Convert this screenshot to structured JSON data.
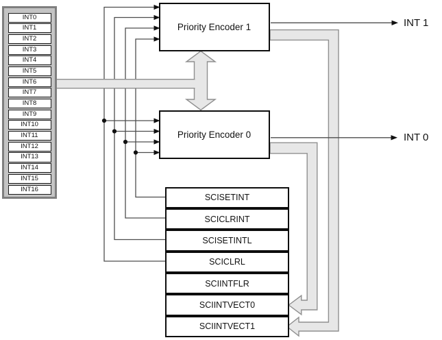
{
  "colors": {
    "bus-fill": "#e7e7e7",
    "bus-stroke": "#8f8f8f",
    "line-color": "#4d4d4d",
    "container-fill": "#c4c4c4",
    "container-border": "#7f7f7f"
  },
  "int_sources": {
    "items": [
      "INT0",
      "INT1",
      "INT2",
      "INT3",
      "INT4",
      "INT5",
      "INT6",
      "INT7",
      "INT8",
      "INT9",
      "INT10",
      "INT11",
      "INT12",
      "INT13",
      "INT14",
      "INT15",
      "INT16"
    ]
  },
  "encoders": {
    "encoder1_label": "Priority Encoder 1",
    "encoder0_label": "Priority Encoder 0"
  },
  "registers": {
    "items": [
      "SCISETINT",
      "SCICLRINT",
      "SCISETINTL",
      "SCICLRL",
      "SCIINTFLR",
      "SCIINTVECT0",
      "SCIINTVECT1"
    ]
  },
  "outputs": {
    "int1_label": "INT 1",
    "int0_label": "INT 0"
  }
}
